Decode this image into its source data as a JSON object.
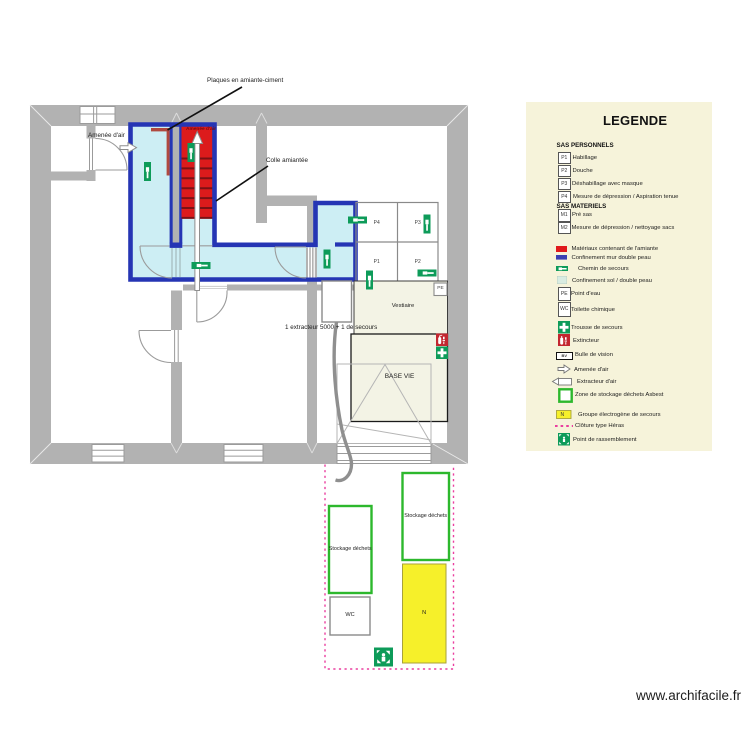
{
  "plan": {
    "labels": {
      "plaques": "Plaques en amiante-ciment",
      "amenee_air": "Amenée d'air",
      "colle": "Colle amiantée",
      "stair_zone": "Amenée d'air",
      "extracteur": "1 extracteur 5000 + 1 de secours",
      "vestiaire": "Vestiaire",
      "base_vie": "BASE VIE",
      "pe": "PE"
    },
    "sas_grid": {
      "top_left": "P4",
      "top_right": "P3",
      "bottom_left": "P1",
      "bottom_right": "P2"
    }
  },
  "yard": {
    "stockage_left": "Stockage déchets",
    "stockage_right": "Stockage déchets",
    "wc": "WC",
    "generator": "N"
  },
  "legend": {
    "title": "LEGENDE",
    "sas_personnels": {
      "header": "SAS PERSONNELS",
      "items": [
        {
          "code": "P1",
          "label": "Habillage"
        },
        {
          "code": "P2",
          "label": "Douche"
        },
        {
          "code": "P3",
          "label": "Déshabillage avec masque"
        },
        {
          "code": "P4",
          "label": "Mesure de dépression / Aspiration tenue"
        }
      ]
    },
    "sas_materiels": {
      "header": "SAS MATERIELS",
      "items": [
        {
          "code": "M1",
          "label": "Pré sas"
        },
        {
          "code": "M2",
          "label": "Mesure de dépression / nettoyage sacs"
        }
      ]
    },
    "items": [
      {
        "icon": "red-swatch",
        "label": "Matériaux contenant de l'amiante"
      },
      {
        "icon": "blue-swatch",
        "label": "Confinement mur double peau"
      },
      {
        "icon": "escape-route",
        "label": "Chemin de secours"
      },
      {
        "icon": "floor-swatch",
        "label": "Confinement sol / double peau"
      },
      {
        "icon": "pe-box",
        "code": "PE",
        "label": "Point d'eau"
      },
      {
        "icon": "wc-box",
        "code": "WC",
        "label": "Toilette chimique"
      },
      {
        "icon": "first-aid",
        "label": "Trousse de secours"
      },
      {
        "icon": "extinguisher",
        "label": "Extincteur"
      },
      {
        "icon": "bv-box",
        "code": "BV",
        "label": "Bulle de vision"
      },
      {
        "icon": "air-inlet",
        "label": "Amenée d'air"
      },
      {
        "icon": "air-extractor",
        "label": "Extracteur d'air"
      },
      {
        "icon": "waste-zone",
        "label": "Zone de stockage déchets Asbest"
      },
      {
        "icon": "generator",
        "code": "N",
        "label": "Groupe électrogène de secours"
      },
      {
        "icon": "heras-fence",
        "label": "Clôture type Héras"
      },
      {
        "icon": "assembly-point",
        "label": "Point de rassemblement"
      }
    ]
  },
  "footer": {
    "website": "www.archifacile.fr"
  },
  "colors": {
    "wall": "#b2b2b2",
    "containment_border": "#2535b4",
    "containment_floor": "#cdeef4",
    "asbestos_red": "#dc1b1c",
    "escape_green": "#0d9b59",
    "waste_green": "#2db82d",
    "generator_yellow": "#f6f02a",
    "fence_pink": "#ea3f9f",
    "legend_cream": "#f6f3da"
  }
}
